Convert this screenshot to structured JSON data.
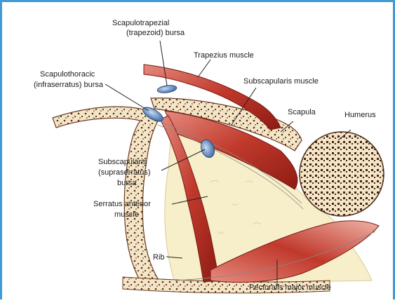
{
  "labels": {
    "scapulotrapezial_1": "Scapulotrapezial",
    "scapulotrapezial_2": "(trapezoid) bursa",
    "trapezius": "Trapezius muscle",
    "scapulothoracic_1": "Scapulothoracic",
    "scapulothoracic_2": "(infraserratus) bursa",
    "subscapularis_muscle": "Subscapularis muscle",
    "scapula": "Scapula",
    "humerus": "Humerus",
    "subscapularis_bursa_1": "Subscapularis",
    "subscapularis_bursa_2": "(supraserratus)",
    "subscapularis_bursa_3": "bursa",
    "serratus_1": "Serratus anterior",
    "serratus_2": "muscle",
    "rib": "Rib",
    "pectoralis": "Pectoralis major muscle"
  },
  "colors": {
    "frame": "#3f9ad6",
    "muscle": "#c0392b",
    "muscle_dark": "#8e1b14",
    "bone": "#f3e6c8",
    "bone_speckle": "#5a2a14",
    "tissue": "#f7efc9",
    "bursa": "#3b6fb0"
  }
}
